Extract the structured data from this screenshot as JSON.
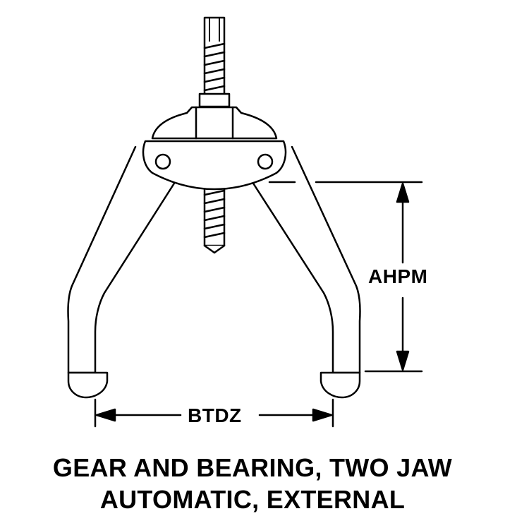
{
  "dimensions": {
    "height_label": "AHPM",
    "width_label": "BTDZ"
  },
  "caption": {
    "line1": "GEAR AND BEARING, TWO JAW",
    "line2": "AUTOMATIC, EXTERNAL"
  },
  "colors": {
    "line": "#000000",
    "background": "#ffffff"
  }
}
